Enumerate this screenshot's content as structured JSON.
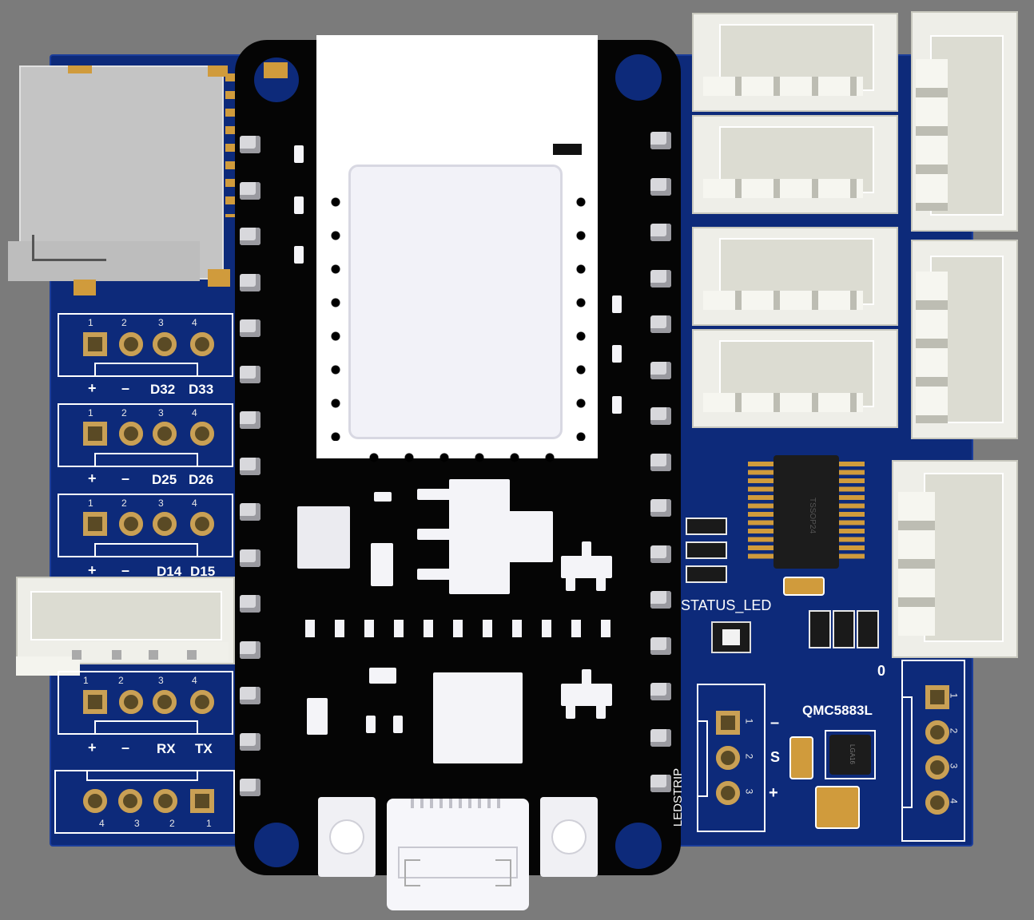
{
  "board": {
    "colors": {
      "pcb": "#0d2a7a",
      "silkscreen": "#ffffff",
      "pad_gold": "#c9a055",
      "devboard": "#050505"
    }
  },
  "left_headers": [
    {
      "pins": [
        "1",
        "2",
        "3",
        "4"
      ],
      "labels": [
        "+",
        "–",
        "D32",
        "D33"
      ]
    },
    {
      "pins": [
        "1",
        "2",
        "3",
        "4"
      ],
      "labels": [
        "+",
        "–",
        "D25",
        "D26"
      ]
    },
    {
      "pins": [
        "1",
        "2",
        "3",
        "4"
      ],
      "labels": [
        "+",
        "–",
        "D14",
        "D15"
      ]
    },
    {
      "pins": [
        "1",
        "2",
        "3",
        "4"
      ],
      "labels": [
        "+",
        "–",
        "RX",
        "TX"
      ]
    },
    {
      "pins": [
        "4",
        "3",
        "2",
        "1"
      ],
      "labels": []
    }
  ],
  "right_labels": {
    "status_led": "STATUS_LED",
    "magnetometer": "QMC5883L",
    "ledstrip": "LEDSTRIP",
    "ledstrip_pins": [
      "1",
      "2",
      "3"
    ],
    "ledstrip_signs": [
      "–",
      "S",
      "+"
    ],
    "side_header_pins": [
      "1",
      "2",
      "3",
      "4"
    ],
    "zero_mark": "0",
    "ic_marking": "TSSOP24",
    "mag_chip_marking": "LGA16"
  },
  "icons": [
    "sd-card-slot-icon",
    "usb-micro-connector-icon",
    "tactile-button-icon",
    "jst-connector-icon"
  ]
}
